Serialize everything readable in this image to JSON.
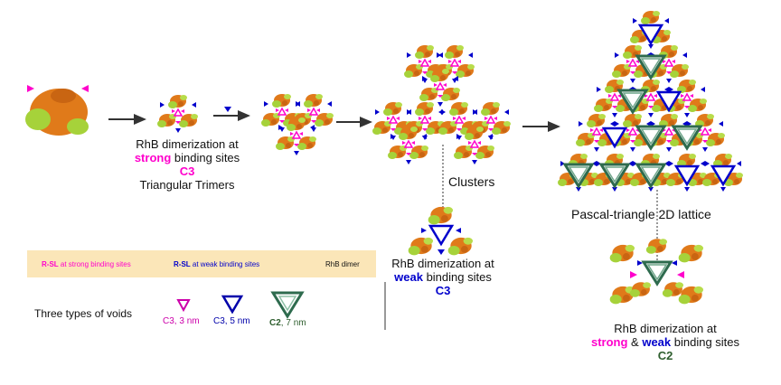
{
  "step1": {
    "line1": "RhB dimerization at",
    "line2_strong": "strong",
    "line2_rest": " binding sites",
    "symmetry": "C3",
    "name": "Triangular Trimers"
  },
  "clusters": {
    "label": "Clusters"
  },
  "step2": {
    "line1": "RhB dimerization at",
    "line2_weak": "weak",
    "line2_rest": " binding sites",
    "symmetry": "C3"
  },
  "lattice": {
    "label": "Pascal-triangle 2D lattice"
  },
  "step3": {
    "line1": "RhB dimerization at",
    "strong": "strong",
    "amp": " & ",
    "weak": "weak",
    "rest": " binding sites",
    "symmetry": "C2"
  },
  "legend": {
    "strong_tag": "R-SL",
    "strong_text": " at strong binding sites",
    "weak_tag": "R-SL",
    "weak_text": " at weak binding sites",
    "dimer_text": "RhB dimer",
    "voids_title": "Three types of voids",
    "void1_sym": "C3",
    "void1_size": ", 3 nm",
    "void2_sym": "C3",
    "void2_size": ", 5 nm",
    "void3_sym": "C2",
    "void3_size": ", 7 nm"
  },
  "colors": {
    "strong": "#ff00cc",
    "weak": "#0000cc",
    "protein_orange": "#e07a1a",
    "protein_green": "#a6d23a",
    "c2_void": "#2e6b4e",
    "legend_bg": "#fbe6b8"
  }
}
